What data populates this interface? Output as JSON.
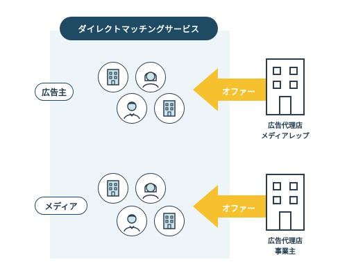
{
  "title": "ダイレクトマッチングサービス",
  "groups": [
    {
      "label": "広告主",
      "offer": "オファー",
      "source_line1": "広告代理店",
      "source_line2": "メディアレップ"
    },
    {
      "label": "メディア",
      "offer": "オファー",
      "source_line1": "広告代理店",
      "source_line2": "事業主"
    }
  ],
  "colors": {
    "navy": "#1e4a63",
    "panel": "#edf5f8",
    "arrow": "#f5c12e",
    "icon_teal": "#c9e4ea",
    "line": "#2c3e50"
  },
  "icons": [
    "building-icon",
    "woman-avatar-icon",
    "man-avatar-icon"
  ]
}
